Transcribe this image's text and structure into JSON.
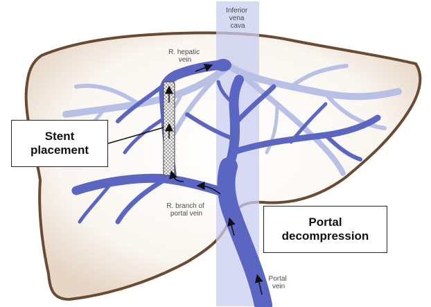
{
  "labels": {
    "ivc": "Inferior\nvena\ncava",
    "hepatic_vein": "R. hepatic\nvein",
    "portal_branch": "R. branch of\nportal vein",
    "portal_vein": "Portal\nvein"
  },
  "callouts": {
    "stent": "Stent\nplacement",
    "decompression": "Portal\ndecompression"
  },
  "colors": {
    "liver_edge": "#6b4a32",
    "liver_fill": "#f3ece4",
    "vein": "#5a66c2",
    "vein_light": "#b9c0e6",
    "ivc": "#c9cdef",
    "arrow": "#111111"
  }
}
